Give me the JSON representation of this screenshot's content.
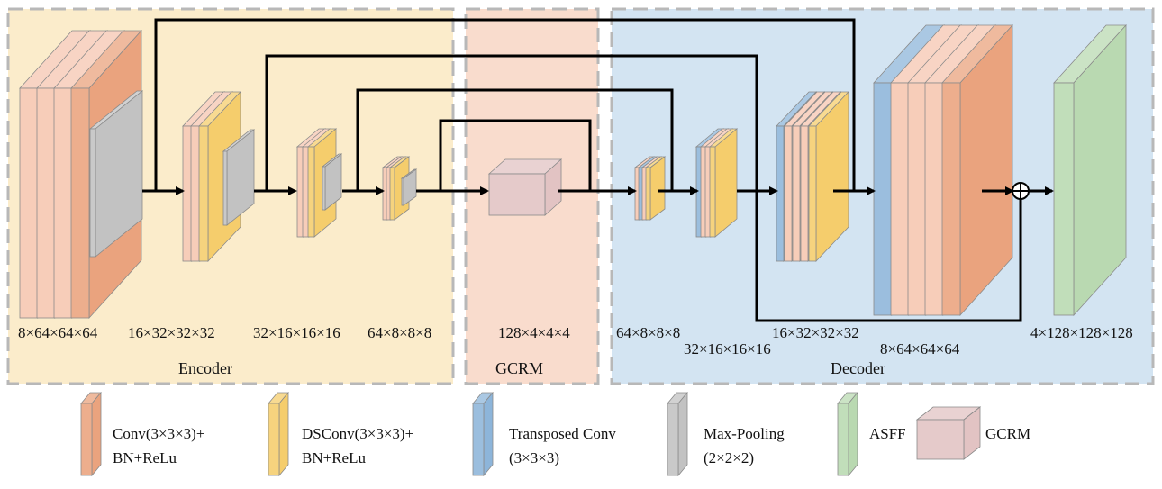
{
  "sections": {
    "encoder": "Encoder",
    "gcrm": "GCRM",
    "decoder": "Decoder"
  },
  "dims": {
    "enc1": "8×64×64×64",
    "enc2": "16×32×32×32",
    "enc3": "32×16×16×16",
    "enc4": "64×8×8×8",
    "gcrm": "128×4×4×4",
    "dec1": "64×8×8×8",
    "dec2": "32×16×16×16",
    "dec3": "16×32×32×32",
    "dec4": "8×64×64×64",
    "out": "4×128×128×128"
  },
  "legend": {
    "conv_line1": "Conv(3×3×3)+",
    "conv_line2": "BN+ReLu",
    "dsconv_line1": "DSConv(3×3×3)+",
    "dsconv_line2": "BN+ReLu",
    "tconv_line1": "Transposed Conv",
    "tconv_line2": "(3×3×3)",
    "pool_line1": "Max-Pooling",
    "pool_line2": "(2×2×2)",
    "asff": "ASFF",
    "gcrm": "GCRM"
  },
  "colors": {
    "encoder_bg": "#fbeccb",
    "gcrm_bg": "#f9dccd",
    "decoder_bg": "#d3e4f2",
    "conv": "#eaa37e",
    "conv_light": "#f6c6b0",
    "dsconv": "#f5cd6c",
    "tconv": "#8db5da",
    "pool": "#c2c2c2",
    "asff": "#b9d9b1",
    "gcrm_block": "#e2c3c3"
  }
}
